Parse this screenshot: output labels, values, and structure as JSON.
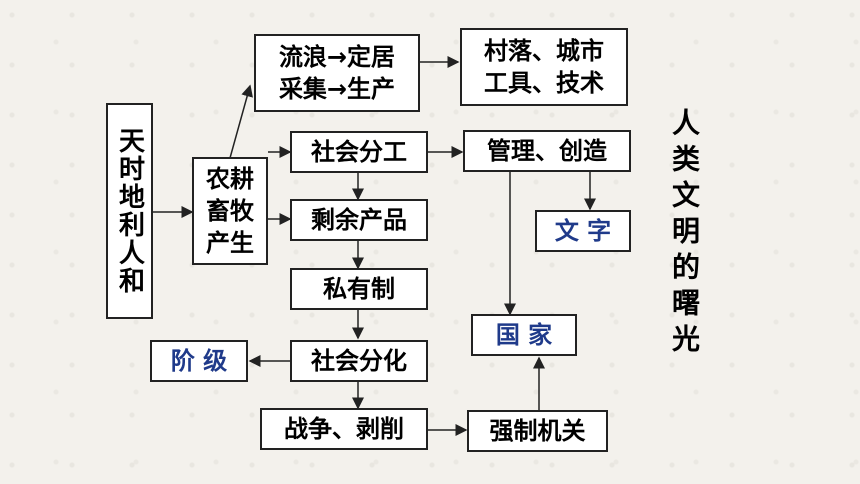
{
  "nodes": {
    "tianshi": "天时地利人和",
    "nonggeng": [
      "农耕",
      "畜牧",
      "产生"
    ],
    "liulang": [
      "流浪→定居",
      "采集→生产"
    ],
    "cunluo": [
      "村落、城市",
      "工具、技术"
    ],
    "shehui_fengong": "社会分工",
    "guanli": "管理、创造",
    "wenzi": "文 字",
    "shengyu": "剩余产品",
    "siyouzhi": "私有制",
    "fenhua": "社会分化",
    "jieji": "阶 级",
    "guojia": "国 家",
    "zhanzheng": "战争、剥削",
    "qiangzhi": "强制机关"
  },
  "side_title": "人类文明的曙光",
  "colors": {
    "highlight": "#1f3a8a",
    "border": "#222222"
  }
}
